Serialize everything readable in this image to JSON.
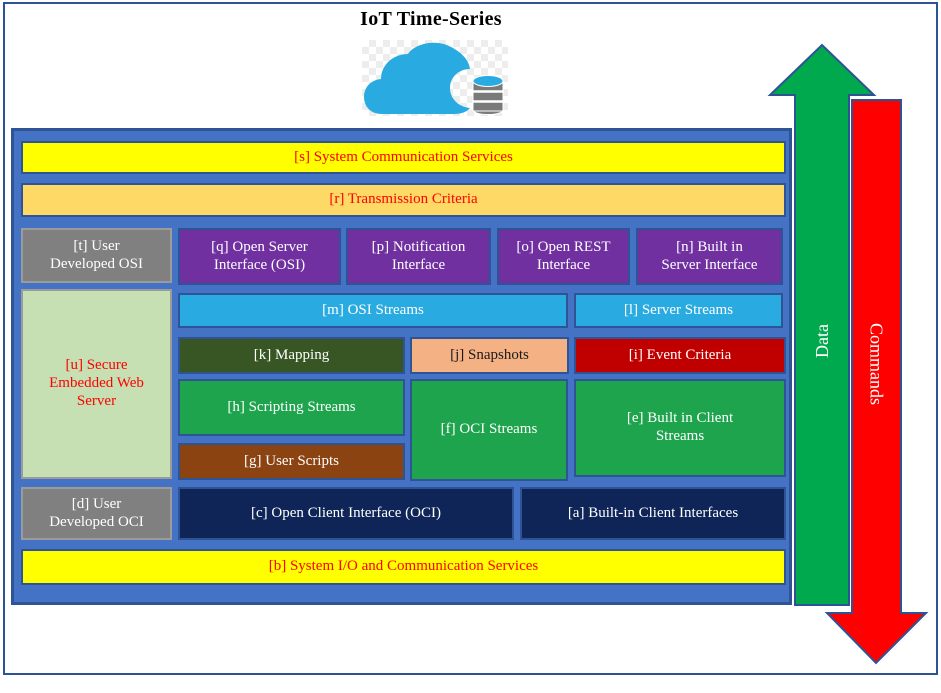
{
  "title": "IoT Time-Series",
  "icon": {
    "name": "cloud-with-database",
    "cloud_color": "#29ABE2",
    "database_color": "#7A7A7A"
  },
  "palette": {
    "frame_border": "#2E5395",
    "container_fill": "#4472C4",
    "block_border": "#2F5496",
    "gray_block_border": "#9B9B9B"
  },
  "arrows": {
    "data": {
      "label": "Data",
      "fill": "#00A94E",
      "direction": "up"
    },
    "commands": {
      "label": "Commands",
      "fill": "#FF0000",
      "direction": "down"
    }
  },
  "blocks": [
    {
      "id": "s",
      "label": "[s] System Communication Services",
      "bg": "#FFFF00",
      "fg": "#FF0000"
    },
    {
      "id": "r",
      "label": "[r] Transmission Criteria",
      "bg": "#FFD966",
      "fg": "#FF0000"
    },
    {
      "id": "t",
      "label": "[t] User\nDeveloped OSI",
      "bg": "#808080",
      "fg": "#FFFFFF"
    },
    {
      "id": "q",
      "label": "[q] Open Server\nInterface (OSI)",
      "bg": "#7030A0",
      "fg": "#FFFFFF"
    },
    {
      "id": "p",
      "label": "[p] Notification\nInterface",
      "bg": "#7030A0",
      "fg": "#FFFFFF"
    },
    {
      "id": "o",
      "label": "[o] Open REST\nInterface",
      "bg": "#7030A0",
      "fg": "#FFFFFF"
    },
    {
      "id": "n",
      "label": "[n] Built in\nServer Interface",
      "bg": "#7030A0",
      "fg": "#FFFFFF"
    },
    {
      "id": "u",
      "label": "[u] Secure\nEmbedded Web\nServer",
      "bg": "#C6E0B4",
      "fg": "#FF0000"
    },
    {
      "id": "m",
      "label": "[m] OSI Streams",
      "bg": "#29ABE2",
      "fg": "#FFFFFF"
    },
    {
      "id": "l",
      "label": "[l] Server Streams",
      "bg": "#29ABE2",
      "fg": "#FFFFFF"
    },
    {
      "id": "k",
      "label": "[k] Mapping",
      "bg": "#375623",
      "fg": "#FFFFFF"
    },
    {
      "id": "j",
      "label": "[j] Snapshots",
      "bg": "#F4B183",
      "fg": "#1A1A1A"
    },
    {
      "id": "i",
      "label": "[i] Event Criteria",
      "bg": "#C00000",
      "fg": "#FFFFFF"
    },
    {
      "id": "h",
      "label": "[h] Scripting Streams",
      "bg": "#1EA44D",
      "fg": "#FFFFFF"
    },
    {
      "id": "f",
      "label": "[f] OCI Streams",
      "bg": "#1EA44D",
      "fg": "#FFFFFF"
    },
    {
      "id": "e",
      "label": "[e] Built in Client\nStreams",
      "bg": "#1EA44D",
      "fg": "#FFFFFF"
    },
    {
      "id": "g",
      "label": "[g] User Scripts",
      "bg": "#8A4311",
      "fg": "#FFFFFF"
    },
    {
      "id": "d",
      "label": "[d] User\nDeveloped OCI",
      "bg": "#808080",
      "fg": "#FFFFFF"
    },
    {
      "id": "c",
      "label": "[c] Open Client Interface (OCI)",
      "bg": "#0F2557",
      "fg": "#FFFFFF"
    },
    {
      "id": "a",
      "label": "[a] Built-in Client Interfaces",
      "bg": "#0F2557",
      "fg": "#FFFFFF"
    },
    {
      "id": "b",
      "label": "[b] System I/O and Communication Services",
      "bg": "#FFFF00",
      "fg": "#FF0000"
    }
  ]
}
